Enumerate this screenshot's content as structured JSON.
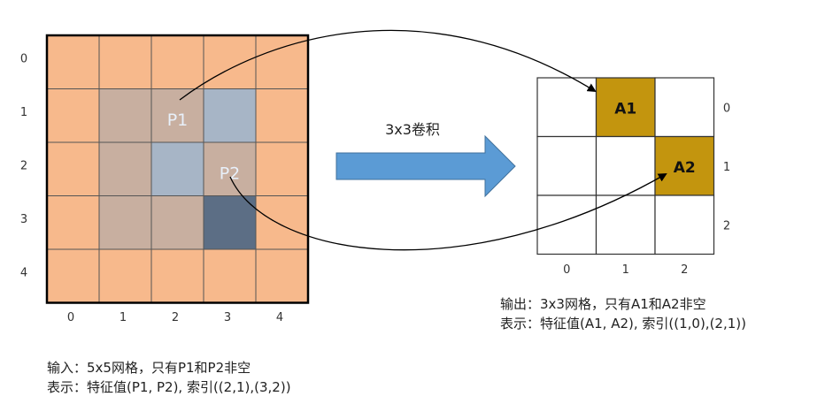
{
  "input_grid": {
    "rows": 5,
    "cols": 5,
    "row_labels": [
      "0",
      "1",
      "2",
      "3",
      "4"
    ],
    "col_labels": [
      "0",
      "1",
      "2",
      "3",
      "4"
    ],
    "cells": [
      [
        "orange",
        "orange",
        "orange",
        "orange",
        "orange"
      ],
      [
        "orange",
        "tan",
        "tan",
        "tan",
        "orange"
      ],
      [
        "orange",
        "tan",
        "P1",
        "tan",
        "orange"
      ],
      [
        "orange",
        "tan",
        "tan",
        "P2",
        "orange"
      ],
      [
        "orange",
        "orange",
        "orange",
        "orange",
        "orange"
      ]
    ],
    "p1": {
      "label": "P1",
      "row": 1,
      "col": 2
    },
    "p2": {
      "label": "P2",
      "row": 2,
      "col": 3
    },
    "caption": [
      "输入：5x5网格，只有P1和P2非空",
      "表示：特征值(P1, P2), 索引((2,1),(3,2))"
    ]
  },
  "arrow_label": "3x3卷积",
  "output_grid": {
    "rows": 3,
    "cols": 3,
    "row_labels": [
      "0",
      "1",
      "2"
    ],
    "col_labels": [
      "0",
      "1",
      "2"
    ],
    "a1": {
      "label": "A1",
      "row": 0,
      "col": 1
    },
    "a2": {
      "label": "A2",
      "row": 1,
      "col": 2
    },
    "caption": [
      "输出：3x3网格，只有A1和A2非空",
      "表示：特征值(A1, A2), 索引((1,0),(2,1))"
    ]
  },
  "colors": {
    "orange": "#F7B98C",
    "tan": "#C8AFA0",
    "light": "#A7B5C6",
    "p1": "#3F79B1",
    "p2": "#5C6E85",
    "gold": "#C3950E",
    "arrow": "#5B9BD5"
  }
}
